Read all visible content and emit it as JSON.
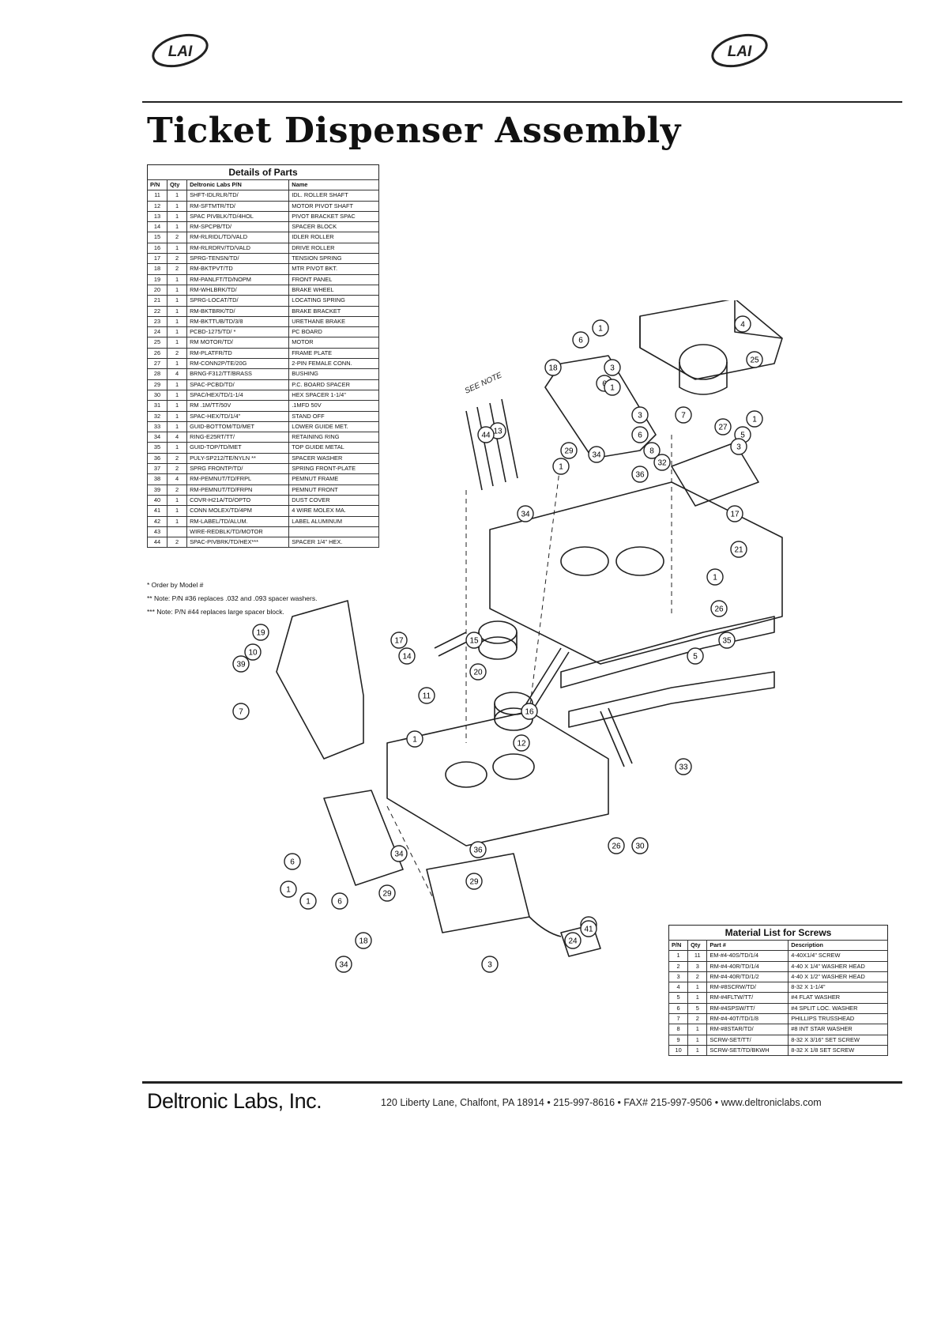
{
  "logo": {
    "text": "LAI"
  },
  "title": "Ticket Dispenser Assembly",
  "parts_table": {
    "caption": "Details of Parts",
    "headers": [
      "P/N",
      "Qty",
      "Deltronic Labs P/N",
      "Name"
    ],
    "rows": [
      [
        "11",
        "1",
        "SHFT-IDLRLR/TD/",
        "IDL. ROLLER SHAFT"
      ],
      [
        "12",
        "1",
        "RM-SFTMTR/TD/",
        "MOTOR PIVOT SHAFT"
      ],
      [
        "13",
        "1",
        "SPAC PIVBLK/TD/4HOL",
        "PIVOT BRACKET SPAC"
      ],
      [
        "14",
        "1",
        "RM-SPCPB/TD/",
        "SPACER BLOCK"
      ],
      [
        "15",
        "2",
        "RM-RLRIDL/TD/VALD",
        "IDLER ROLLER"
      ],
      [
        "16",
        "1",
        "RM-RLRDRV/TD/VALD",
        "DRIVE ROLLER"
      ],
      [
        "17",
        "2",
        "SPRG-TENSN/TD/",
        "TENSION SPRING"
      ],
      [
        "18",
        "2",
        "RM-BKTPVT/TD",
        "MTR PIVOT BKT."
      ],
      [
        "19",
        "1",
        "RM-PANLFT/TD/NOPM",
        "FRONT PANEL"
      ],
      [
        "20",
        "1",
        "RM-WHLBRK/TD/",
        "BRAKE WHEEL"
      ],
      [
        "21",
        "1",
        "SPRG-LOCAT/TD/",
        "LOCATING SPRING"
      ],
      [
        "22",
        "1",
        "RM-BKTBRK/TD/",
        "BRAKE BRACKET"
      ],
      [
        "23",
        "1",
        "RM-BKTTUB/TD/3/8",
        "URETHANE BRAKE"
      ],
      [
        "24",
        "1",
        "PCBD-1275/TD/ *",
        "PC BOARD"
      ],
      [
        "25",
        "1",
        "RM MOTOR/TD/",
        "MOTOR"
      ],
      [
        "26",
        "2",
        "RM-PLATFR/TD",
        "FRAME PLATE"
      ],
      [
        "27",
        "1",
        "RM-CONN2P/TE/20G",
        "2-PIN FEMALE CONN."
      ],
      [
        "28",
        "4",
        "BRNG-F312/TT/BRASS",
        "BUSHING"
      ],
      [
        "29",
        "1",
        "SPAC-PCBD/TD/",
        "P.C. BOARD SPACER"
      ],
      [
        "30",
        "1",
        "SPAC/HEX/TD/1-1/4",
        "HEX SPACER 1-1/4\""
      ],
      [
        "31",
        "1",
        "RM .1M/TT/50V",
        ".1MFD 50V"
      ],
      [
        "32",
        "1",
        "SPAC-HEX/TD/1/4\"",
        "STAND OFF"
      ],
      [
        "33",
        "1",
        "GUID-BOTTOM/TD/MET",
        "LOWER GUIDE MET."
      ],
      [
        "34",
        "4",
        "RING-E25RT/TT/",
        "RETAINING RING"
      ],
      [
        "35",
        "1",
        "GUID-TOP/TD/MET",
        "TOP GUIDE METAL"
      ],
      [
        "36",
        "2",
        "PULY-SP212/TE/NYLN **",
        "SPACER WASHER"
      ],
      [
        "37",
        "2",
        "SPRG FRONTP/TD/",
        "SPRING FRONT-PLATE"
      ],
      [
        "38",
        "4",
        "RM-PEMNUT/TD/FRPL",
        "PEMNUT FRAME"
      ],
      [
        "39",
        "2",
        "RM-PEMNUT/TD/FRPN",
        "PEMNUT FRONT"
      ],
      [
        "40",
        "1",
        "COVR-H21A/TD/OPTO",
        "DUST COVER"
      ],
      [
        "41",
        "1",
        "CONN MOLEX/TD/4PM",
        "4 WIRE MOLEX MA."
      ],
      [
        "42",
        "1",
        "RM-LABEL/TD/ALUM.",
        "LABEL ALUMINUM"
      ],
      [
        "43",
        "",
        "WIRE-REDBLK/TD/MOTOR",
        ""
      ],
      [
        "44",
        "2",
        "SPAC-PIVBRK/TD/HEX***",
        "SPACER 1/4\" HEX."
      ]
    ]
  },
  "notes": [
    "* Order by Model #",
    "** Note: P/N #36 replaces .032 and .093 spacer washers.",
    "*** Note: P/N #44 replaces large spacer block."
  ],
  "diagram": {
    "see_note": "SEE NOTE",
    "callouts": [
      "4",
      "25",
      "1",
      "6",
      "3",
      "18",
      "6",
      "1",
      "3",
      "7",
      "27",
      "5",
      "1",
      "3",
      "6",
      "8",
      "32",
      "17",
      "36",
      "34",
      "13",
      "44",
      "1",
      "29",
      "34",
      "21",
      "1",
      "26",
      "35",
      "5",
      "17",
      "14",
      "15",
      "20",
      "11",
      "16",
      "12",
      "33",
      "19",
      "39",
      "7",
      "1",
      "30",
      "34",
      "29",
      "26",
      "6",
      "1",
      "1",
      "6",
      "29",
      "36",
      "18",
      "3",
      "24",
      "36",
      "41",
      "34",
      "10"
    ]
  },
  "screws_table": {
    "caption": "Material List for Screws",
    "headers": [
      "P/N",
      "Qty",
      "Part #",
      "Description"
    ],
    "rows": [
      [
        "1",
        "11",
        "EM-#4-40S/TD/1/4",
        "4-40X1/4\" SCREW"
      ],
      [
        "2",
        "3",
        "RM-#4-40R/TD/1/4",
        "4-40 X 1/4\" WASHER HEAD"
      ],
      [
        "3",
        "2",
        "RM-#4-40R/TD/1/2",
        "4-40 X 1/2\" WASHER HEAD"
      ],
      [
        "4",
        "1",
        "RM-#8SCRW/TD/",
        "8-32 X 1-1/4\""
      ],
      [
        "5",
        "1",
        "RM-#4FLTW/TT/",
        "#4 FLAT WASHER"
      ],
      [
        "6",
        "5",
        "RM-#4SPSW/TT/",
        "#4 SPLIT LOC. WASHER"
      ],
      [
        "7",
        "2",
        "RM-#4-40T/TD/1/8",
        "PHILLIPS TRUSSHEAD"
      ],
      [
        "8",
        "1",
        "RM-#8STAR/TD/",
        "#8 INT STAR WASHER"
      ],
      [
        "9",
        "1",
        "SCRW-SET/TT/",
        "8-32 X 3/16\" SET SCREW"
      ],
      [
        "10",
        "1",
        "SCRW-SET/TD/BKWH",
        "8-32 X 1/8 SET SCREW"
      ]
    ]
  },
  "footer": {
    "company": "Deltronic Labs, Inc.",
    "address": "120 Liberty Lane, Chalfont, PA 18914 • 215-997-8616 • FAX# 215-997-9506 • www.deltroniclabs.com"
  }
}
